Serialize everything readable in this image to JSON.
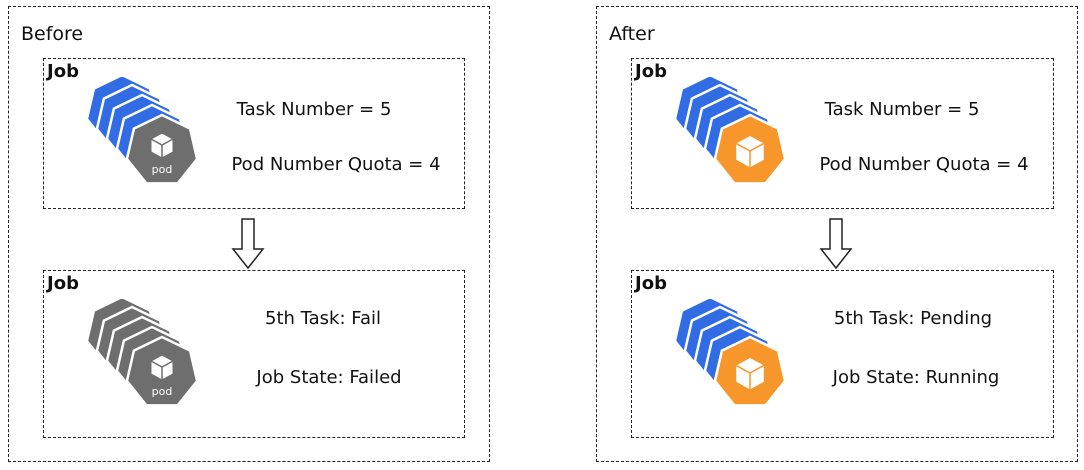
{
  "colors": {
    "blue": "#326ce5",
    "gray": "#6e6e6e",
    "orange": "#f7962b"
  },
  "before": {
    "title": "Before",
    "top": {
      "label": "Job",
      "line1": "Task Number = 5",
      "line2": "Pod Number Quota = 4",
      "icon": {
        "back": "blue",
        "front": "gray",
        "pod_label": "pod"
      }
    },
    "bottom": {
      "label": "Job",
      "line1": "5th Task: Fail",
      "line2": "Job State: Failed",
      "icon": {
        "back": "gray",
        "front": "gray",
        "pod_label": "pod"
      }
    }
  },
  "after": {
    "title": "After",
    "top": {
      "label": "Job",
      "line1": "Task Number = 5",
      "line2": "Pod Number Quota = 4",
      "icon": {
        "back": "blue",
        "front": "orange",
        "pod_label": ""
      }
    },
    "bottom": {
      "label": "Job",
      "line1": "5th Task: Pending",
      "line2": "Job State: Running",
      "icon": {
        "back": "blue",
        "front": "orange",
        "pod_label": ""
      }
    }
  }
}
